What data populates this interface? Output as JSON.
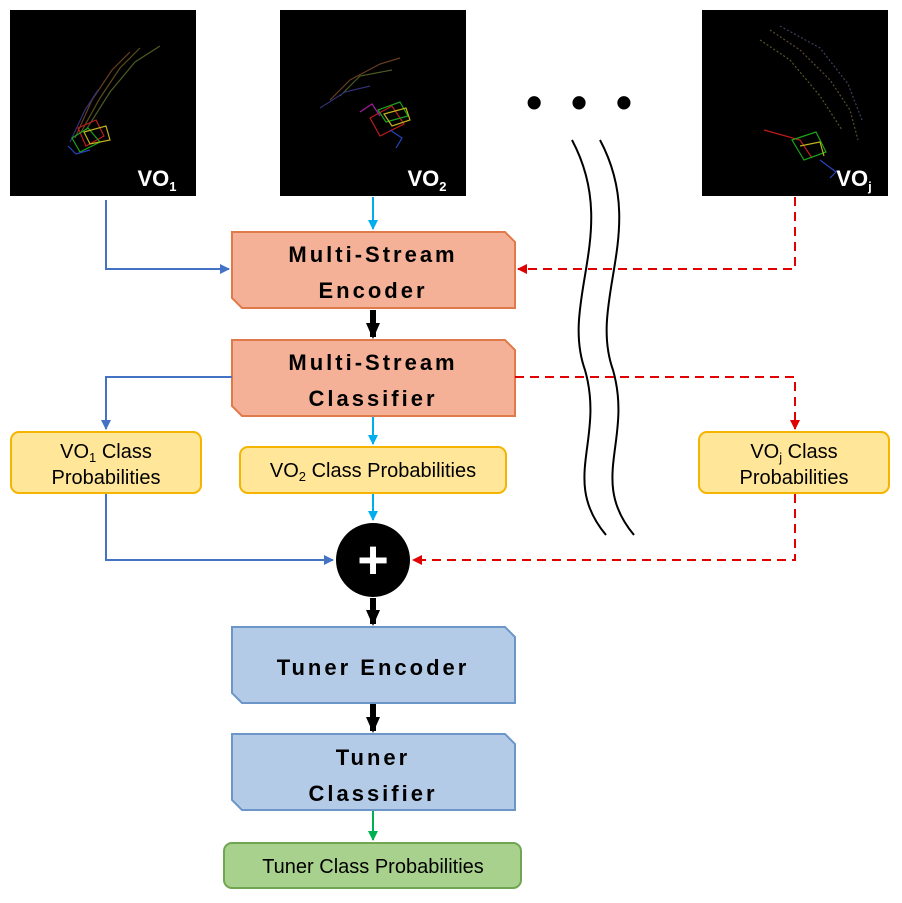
{
  "inputs": [
    {
      "label": "VO",
      "sub": "1"
    },
    {
      "label": "VO",
      "sub": "2"
    },
    {
      "label": "VO",
      "sub": "j"
    }
  ],
  "ellipsis": "• • •",
  "multi_stream_encoder": {
    "line1": "Multi-Stream",
    "line2": "Encoder"
  },
  "multi_stream_classifier": {
    "line1": "Multi-Stream",
    "line2": "Classifier"
  },
  "probabilities": {
    "vo1": {
      "prefix": "VO",
      "sub": "1",
      "line1_rest": " Class",
      "line2": "Probabilities"
    },
    "vo2": {
      "prefix": "VO",
      "sub": "2",
      "rest": " Class Probabilities"
    },
    "voj": {
      "prefix": "VO",
      "sub": "j",
      "line1_rest": " Class",
      "line2": "Probabilities"
    }
  },
  "combine_symbol": "+",
  "tuner_encoder": {
    "text": "Tuner Encoder"
  },
  "tuner_classifier": {
    "line1": "Tuner",
    "line2": "Classifier"
  },
  "tuner_probabilities": {
    "text": "Tuner Class Probabilities"
  },
  "colors": {
    "orange_box": "#f4b197",
    "orange_border": "#e07a4a",
    "yellow_box": "#ffe699",
    "yellow_border": "#f4b400",
    "blue_box": "#b4cbe7",
    "blue_border": "#6b96c7",
    "green_box": "#a9d18e",
    "green_border": "#70a552",
    "arrow_blue": "#4472c4",
    "arrow_cyan": "#00aeef",
    "arrow_red": "#e00000",
    "arrow_green": "#00b050"
  }
}
